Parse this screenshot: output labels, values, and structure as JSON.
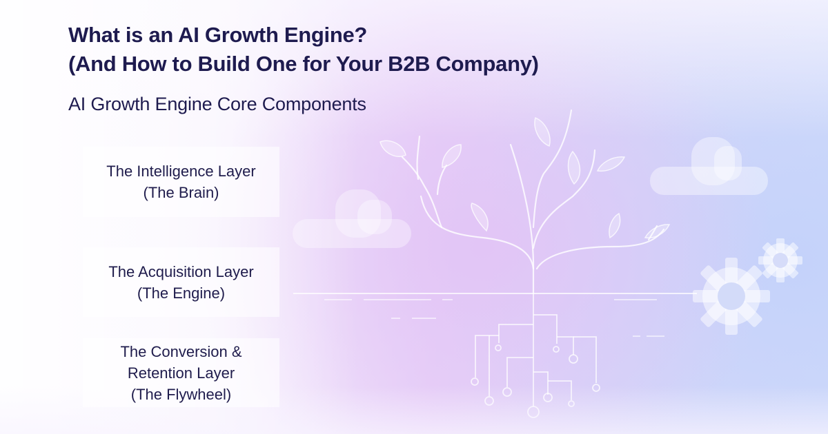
{
  "header": {
    "title_lines": [
      "What is an AI Growth Engine?",
      "(And How to Build One for Your B2B Company)"
    ],
    "subtitle": "AI Growth Engine Core Components"
  },
  "components": [
    {
      "lines": [
        "The Intelligence Layer",
        "(The Brain)"
      ]
    },
    {
      "lines": [
        "The Acquisition Layer",
        "(The Engine)"
      ]
    },
    {
      "lines": [
        "The Conversion &",
        "Retention Layer",
        "(The Flywheel)"
      ]
    }
  ],
  "illustration": {
    "icons": [
      "tree-icon",
      "circuit-roots-icon",
      "cloud-icon",
      "cloud-icon",
      "gear-icon",
      "gear-icon"
    ]
  },
  "colors": {
    "text_primary": "#1e1b4f",
    "bg_left": "#fbf8ff",
    "bg_mid": "#e8d2f8",
    "bg_right": "#d3dcfa",
    "illustration_stroke": "#ffffff"
  }
}
